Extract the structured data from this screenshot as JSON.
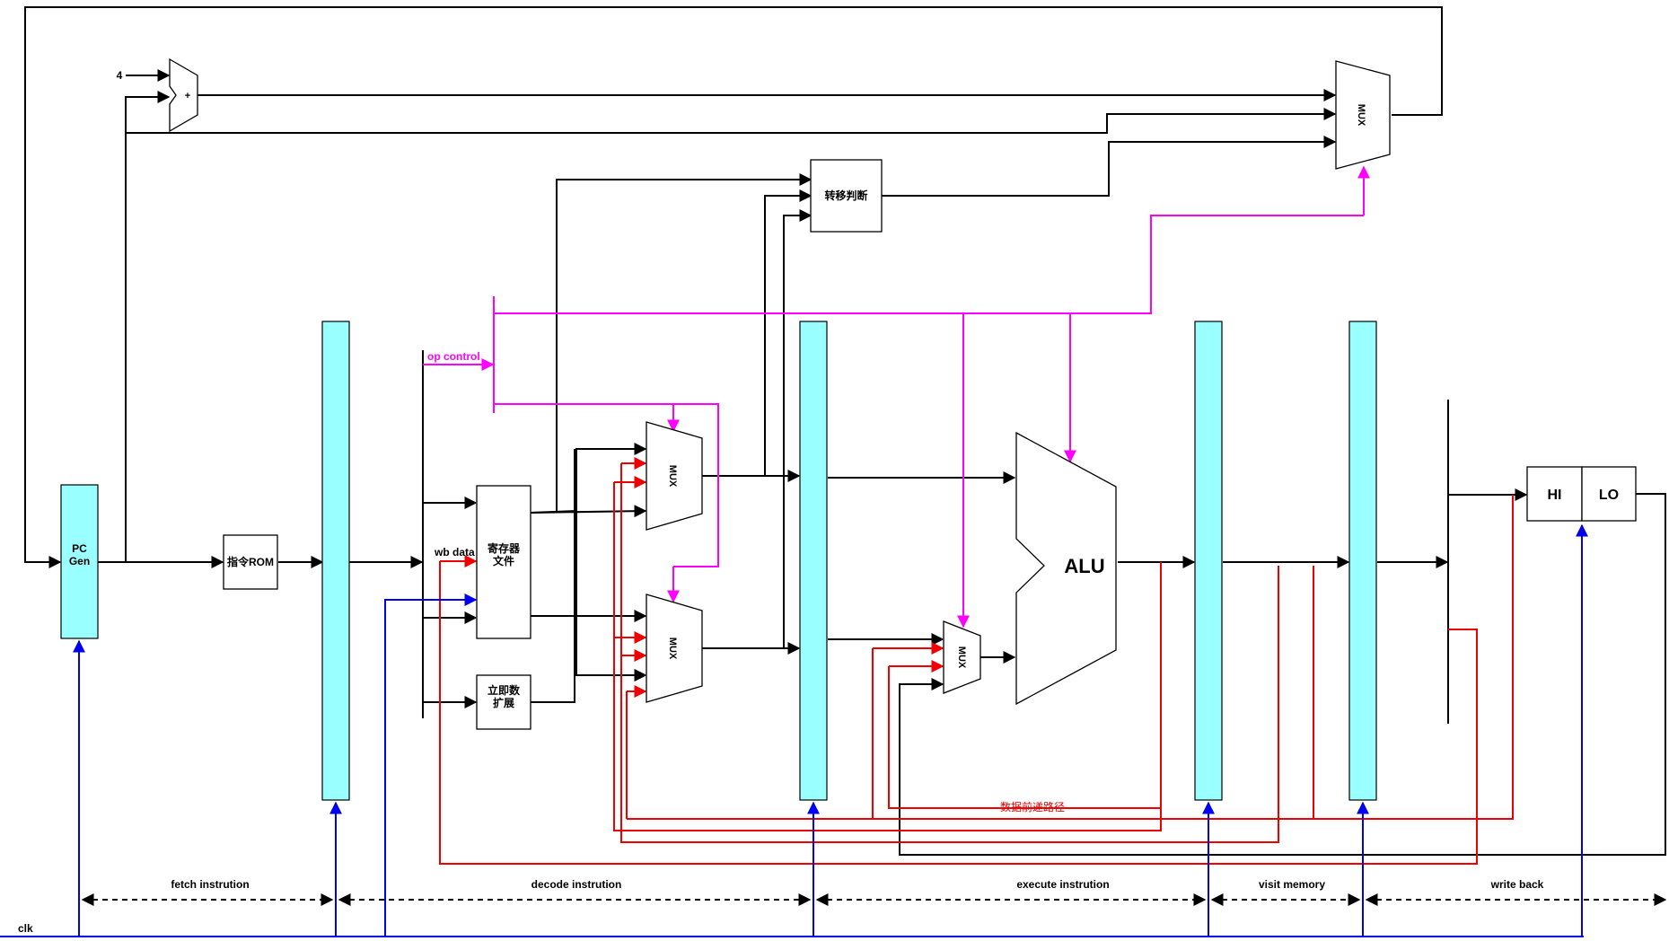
{
  "colors": {
    "pipeline_register": "#99ffff",
    "datapath": "#000000",
    "clock": "#0000ee",
    "forwarding": "#ee0000",
    "control": "#ff00ff"
  },
  "blocks": {
    "pc_gen": "PC\nGen",
    "instr_rom": "指令ROM",
    "adder_sign": "+",
    "adder_const": "4",
    "branch": "转移判断",
    "regfile": "寄存器\n文件",
    "imm_ext": "立即数\n扩展",
    "alu": "ALU",
    "mux": "MUX",
    "hi": "HI",
    "lo": "LO"
  },
  "signals": {
    "op_control": "op control",
    "wb_data": "wb data",
    "forwarding": "数据前递路径",
    "clk": "clk"
  },
  "stages": [
    "fetch instrution",
    "decode instrution",
    "execute instrution",
    "visit memory",
    "write back"
  ]
}
